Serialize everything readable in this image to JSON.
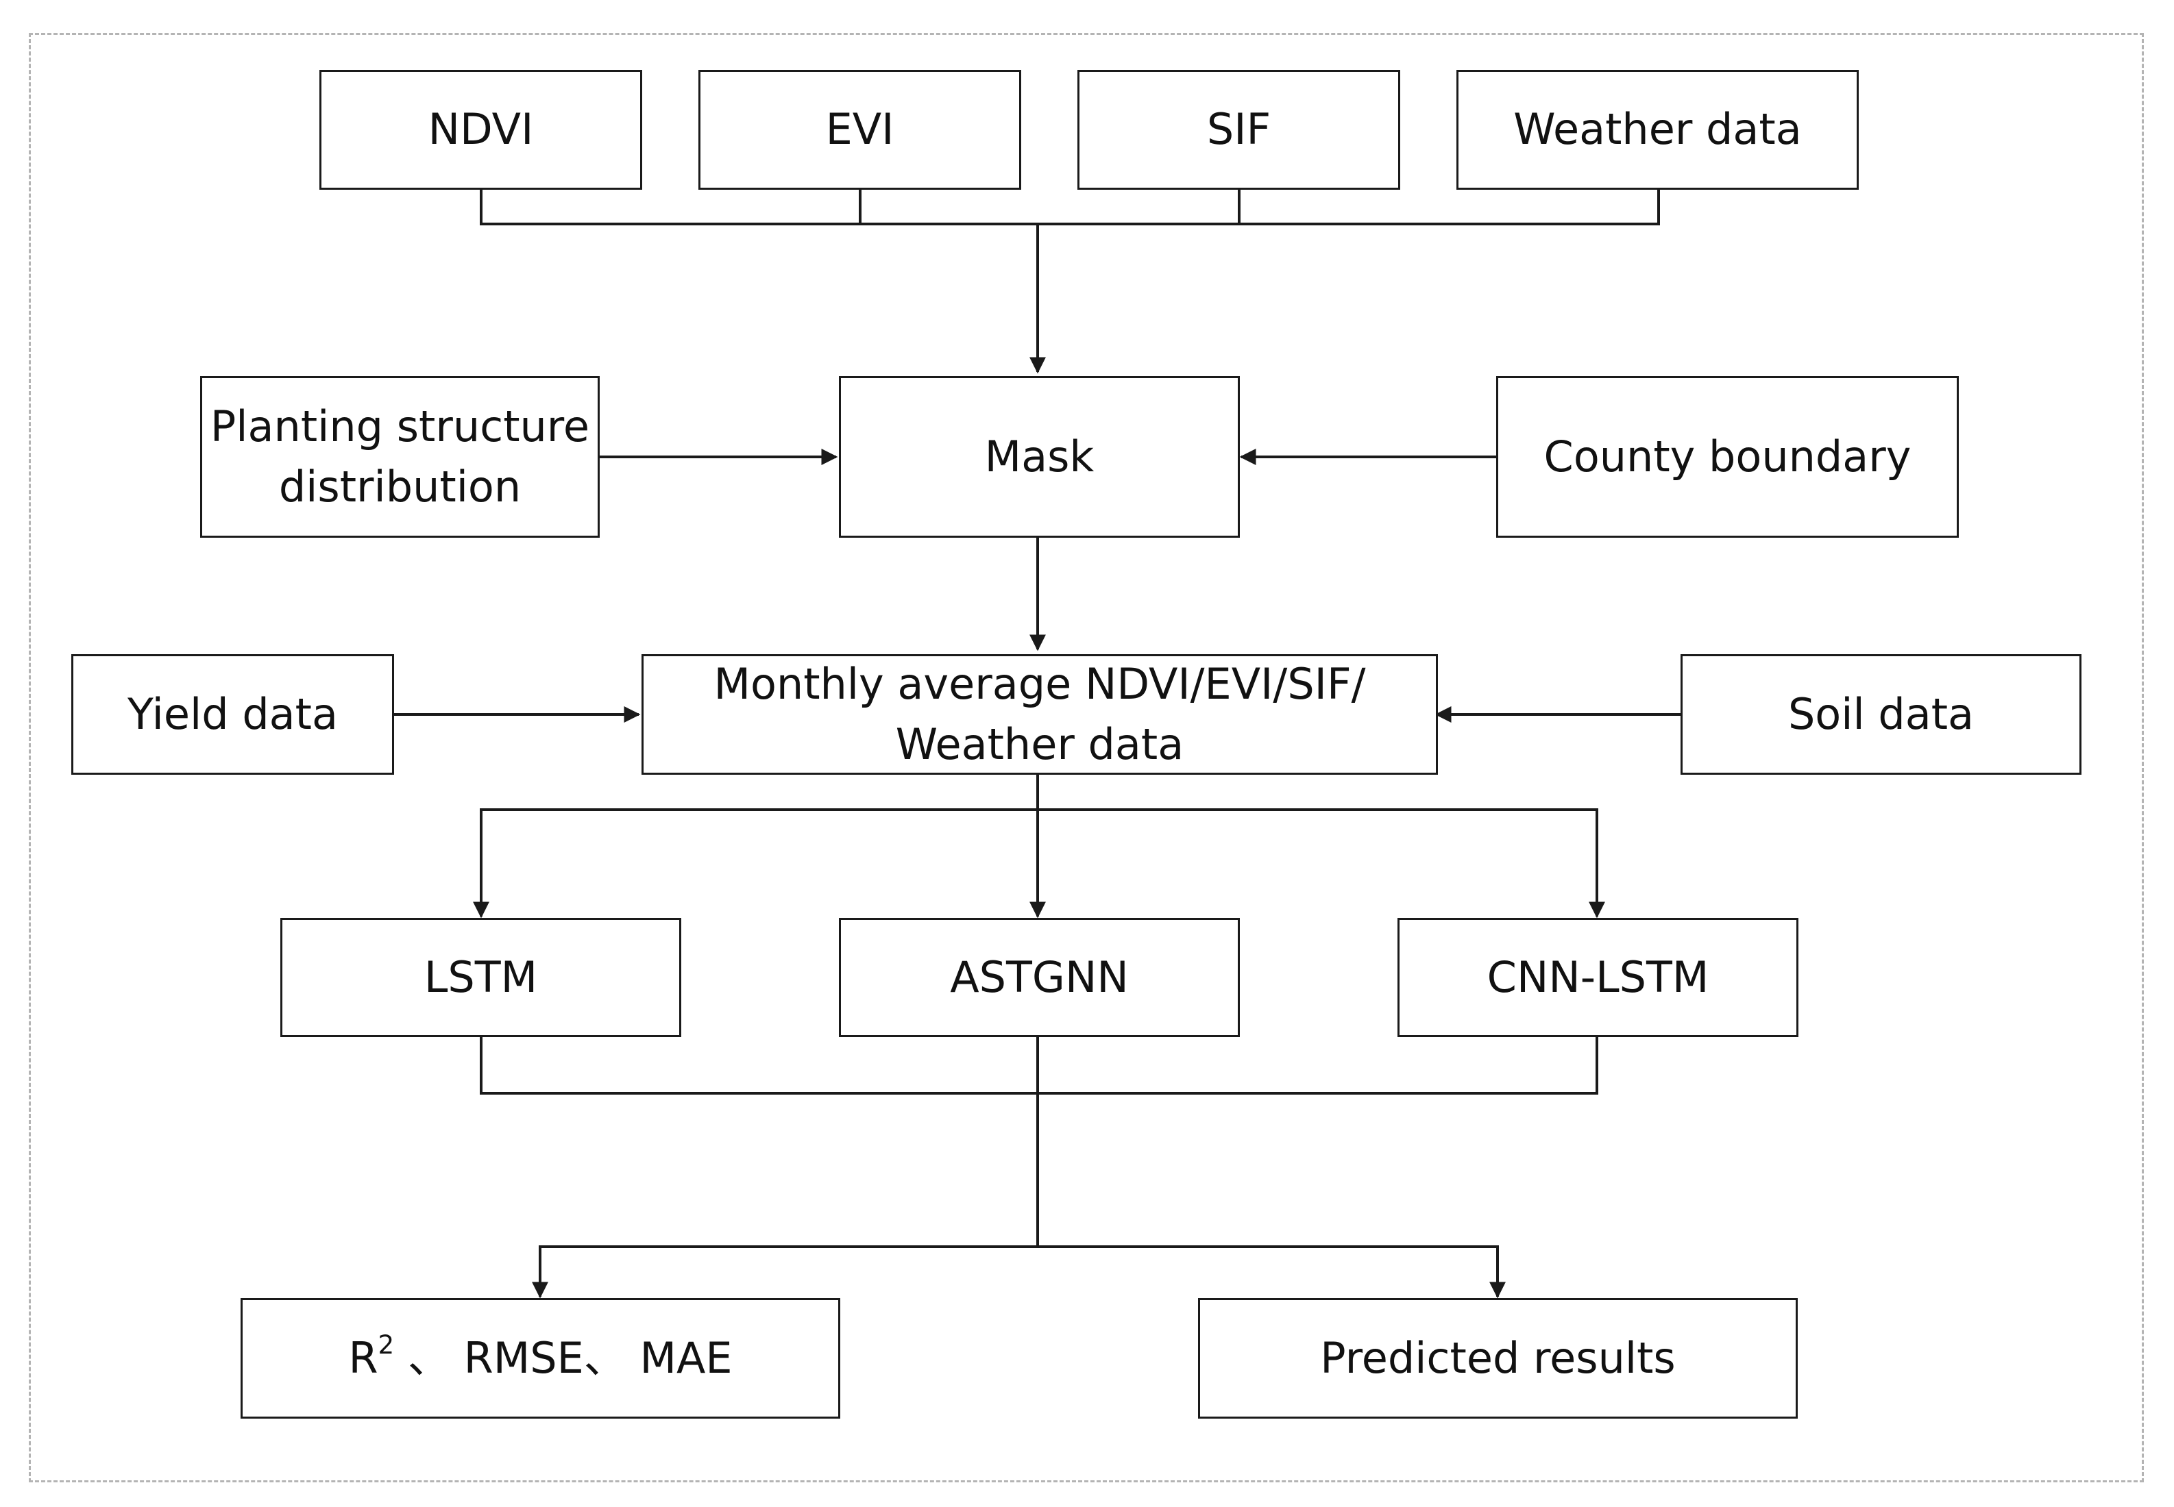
{
  "diagram": {
    "inputs": {
      "ndvi": "NDVI",
      "evi": "EVI",
      "sif": "SIF",
      "weather": "Weather data"
    },
    "planting_structure": [
      "Planting structure",
      "distribution"
    ],
    "mask": "Mask",
    "county_boundary": "County boundary",
    "yield_data": "Yield data",
    "monthly_average": [
      "Monthly average NDVI/EVI/SIF/",
      "Weather data"
    ],
    "soil_data": "Soil data",
    "models": {
      "lstm": "LSTM",
      "astgnn": "ASTGNN",
      "cnn_lstm": "CNN-LSTM"
    },
    "metrics": {
      "r": "R",
      "sup": "2",
      "rest": " 、 RMSE、 MAE"
    },
    "predicted_results": "Predicted results"
  },
  "colors": {
    "line": "#1a1a1a",
    "frame": "#b4b4b4"
  }
}
